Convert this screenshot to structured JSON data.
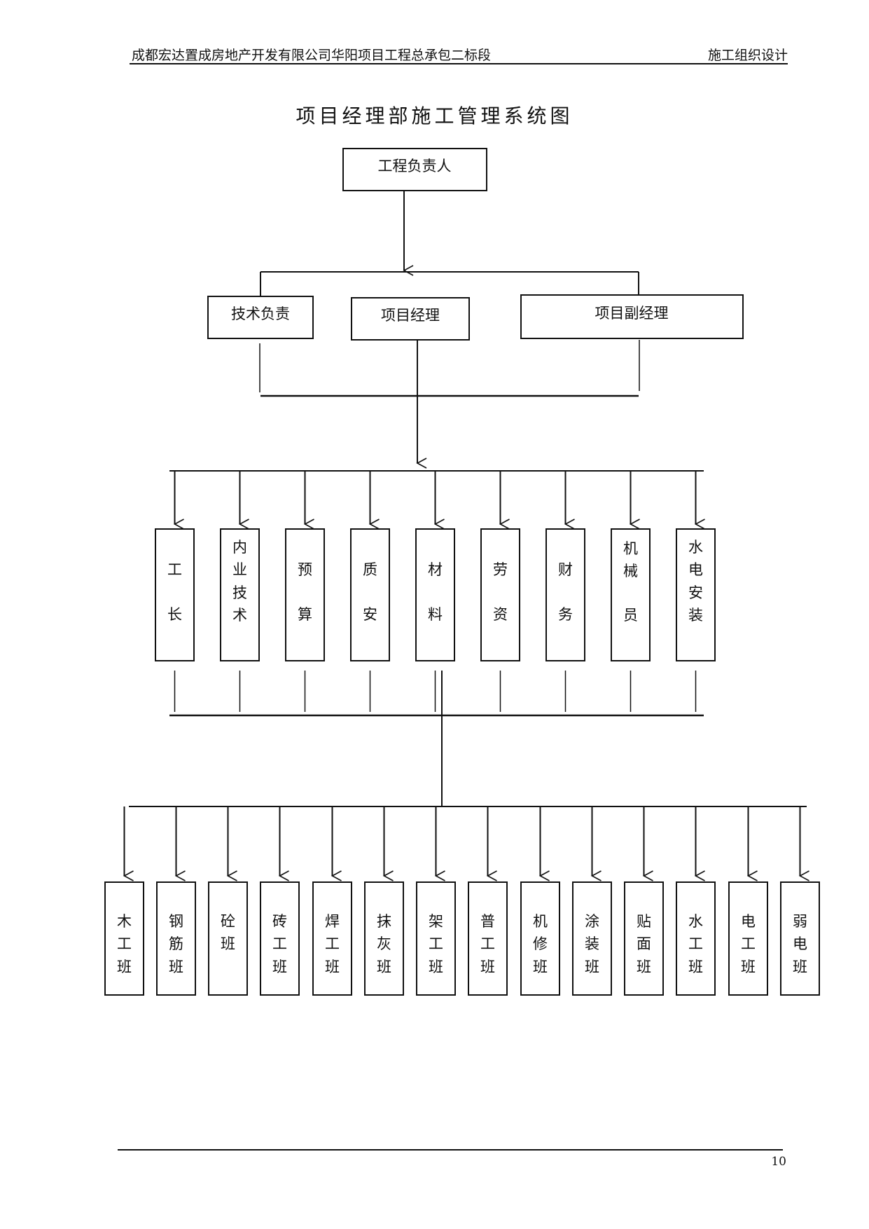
{
  "header": {
    "left": "成都宏达置成房地产开发有限公司华阳项目工程总承包二标段",
    "right": "施工组织设计"
  },
  "title": "项目经理部施工管理系统图",
  "levels": {
    "top": "工程负责人",
    "second": [
      "技术负责",
      "项目经理",
      "项目副经理"
    ],
    "third": [
      "工长",
      "内业技术",
      "预算",
      "质安",
      "材料",
      "劳资",
      "财务",
      "机械员",
      "水电安装"
    ],
    "fourth": [
      "木工班",
      "钢筋班",
      "砼班",
      "砖工班",
      "焊工班",
      "抹灰班",
      "架工班",
      "普工班",
      "机修班",
      "涂装班",
      "贴面班",
      "水工班",
      "电工班",
      "弱电班"
    ]
  },
  "footer": {
    "page_number": "10"
  }
}
